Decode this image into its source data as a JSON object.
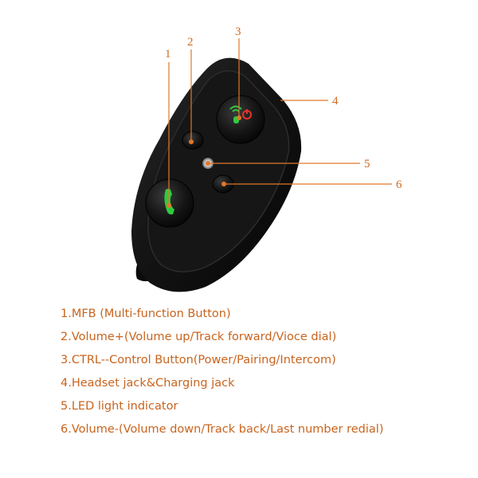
{
  "colors": {
    "accent": "#e0782a",
    "device_body": "#111111",
    "text": "#c8641e"
  },
  "callouts": [
    {
      "number": "1",
      "target": "mfb-button"
    },
    {
      "number": "2",
      "target": "volume-up-button"
    },
    {
      "number": "3",
      "target": "ctrl-button"
    },
    {
      "number": "4",
      "target": "headset-jack"
    },
    {
      "number": "5",
      "target": "led-indicator"
    },
    {
      "number": "6",
      "target": "volume-down-button"
    }
  ],
  "icons": {
    "mfb": "phone-icon",
    "ctrl": "intercom-power-icon"
  },
  "legend": [
    "1.MFB (Multi-function Button)",
    "2.Volume+(Volume up/Track forward/Vioce dial)",
    "3.CTRL--Control Button(Power/Pairing/Intercom)",
    "4.Headset jack&Charging jack",
    "5.LED light indicator",
    "6.Volume-(Volume down/Track back/Last number redial)"
  ]
}
